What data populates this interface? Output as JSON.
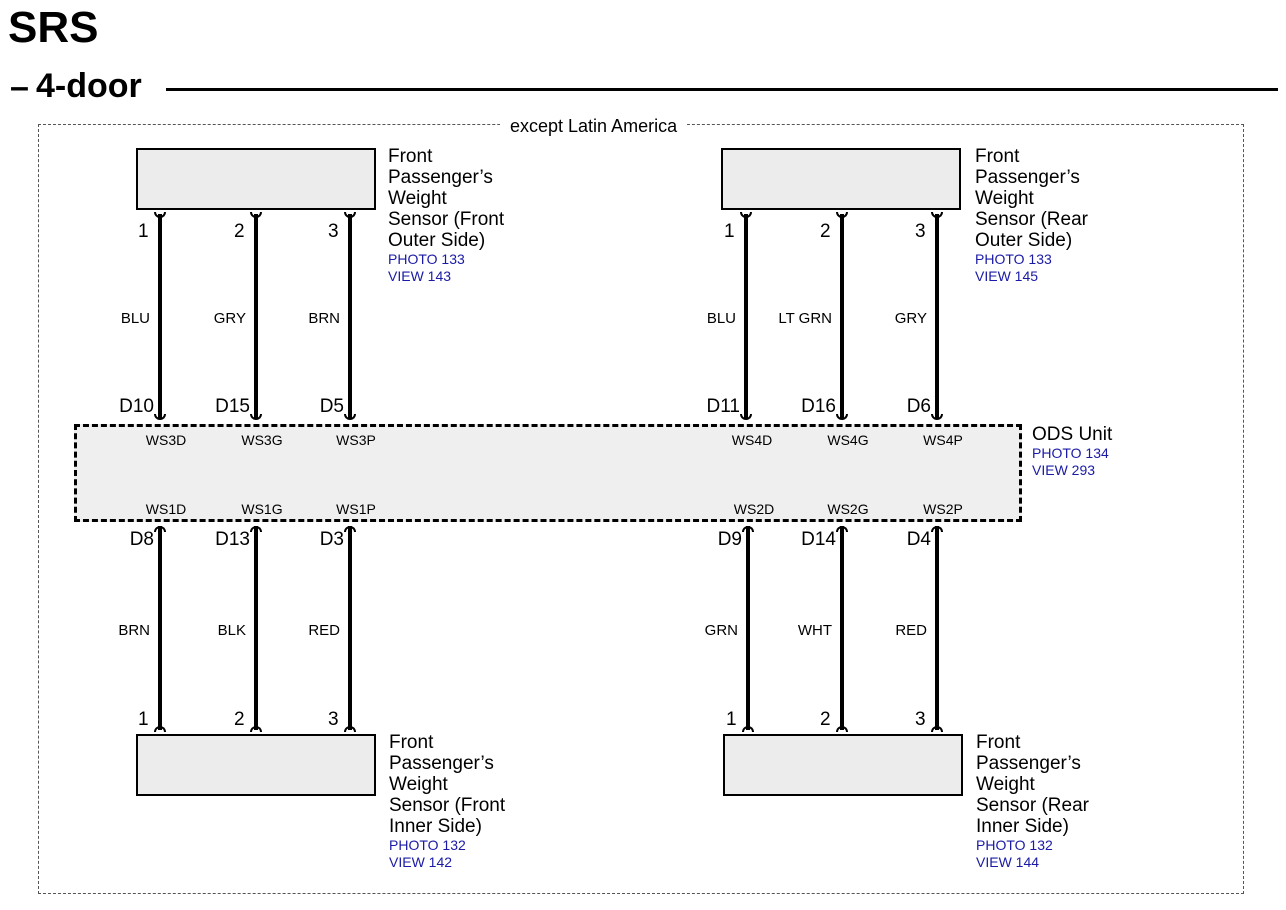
{
  "title": "SRS",
  "subtitle_dash": "–",
  "subtitle": "4-door",
  "region_label": "except Latin America",
  "sensors": [
    {
      "name_lines": [
        "Front",
        "Passenger’s",
        "Weight",
        "Sensor (Front",
        "Outer Side)"
      ],
      "photo": "PHOTO 133",
      "view": "VIEW 143",
      "pins": [
        "1",
        "2",
        "3"
      ],
      "colors": [
        "BLU",
        "GRY",
        "BRN"
      ],
      "ods_pins": [
        "D10",
        "D15",
        "D5"
      ],
      "terminals": [
        "WS3D",
        "WS3G",
        "WS3P"
      ]
    },
    {
      "name_lines": [
        "Front",
        "Passenger’s",
        "Weight",
        "Sensor (Rear",
        "Outer Side)"
      ],
      "photo": "PHOTO 133",
      "view": "VIEW 145",
      "pins": [
        "1",
        "2",
        "3"
      ],
      "colors": [
        "BLU",
        "LT GRN",
        "GRY"
      ],
      "ods_pins": [
        "D11",
        "D16",
        "D6"
      ],
      "terminals": [
        "WS4D",
        "WS4G",
        "WS4P"
      ]
    },
    {
      "name_lines": [
        "Front",
        "Passenger’s",
        "Weight",
        "Sensor (Front",
        "Inner Side)"
      ],
      "photo": "PHOTO 132",
      "view": "VIEW 142",
      "pins": [
        "1",
        "2",
        "3"
      ],
      "colors": [
        "BRN",
        "BLK",
        "RED"
      ],
      "ods_pins": [
        "D8",
        "D13",
        "D3"
      ],
      "terminals": [
        "WS1D",
        "WS1G",
        "WS1P"
      ]
    },
    {
      "name_lines": [
        "Front",
        "Passenger’s",
        "Weight",
        "Sensor (Rear",
        "Inner Side)"
      ],
      "photo": "PHOTO 132",
      "view": "VIEW 144",
      "pins": [
        "1",
        "2",
        "3"
      ],
      "colors": [
        "GRN",
        "WHT",
        "RED"
      ],
      "ods_pins": [
        "D9",
        "D14",
        "D4"
      ],
      "terminals": [
        "WS2D",
        "WS2G",
        "WS2P"
      ]
    }
  ],
  "ods": {
    "name": "ODS Unit",
    "photo": "PHOTO 134",
    "view": "VIEW 293"
  },
  "colors": {
    "reference_text": "#1a1aa6",
    "component_fill": "#ececec",
    "wire": "#000000"
  }
}
